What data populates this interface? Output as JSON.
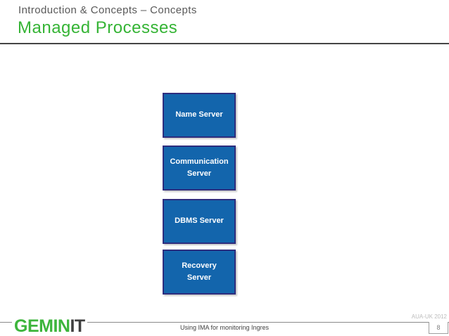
{
  "slide": {
    "header": {
      "breadcrumb": "Introduction & Concepts – Concepts",
      "title": "Managed Processes"
    },
    "diagram": {
      "boxes": [
        {
          "label": "Name Server"
        },
        {
          "label": "Communication Server"
        },
        {
          "label": "DBMS Server"
        },
        {
          "label": "Recovery Server"
        }
      ]
    },
    "footer": {
      "logo_green": "GEMIN",
      "logo_dark": "IT",
      "center_text": "Using IMA for monitoring Ingres",
      "event": "AUA-UK 2012",
      "page_number": "8"
    },
    "colors": {
      "title_green": "#35B435",
      "logo_green": "#3DB53C",
      "box_fill": "#1365AC",
      "box_border": "#2E2D7E",
      "header_gray": "#595959"
    }
  }
}
